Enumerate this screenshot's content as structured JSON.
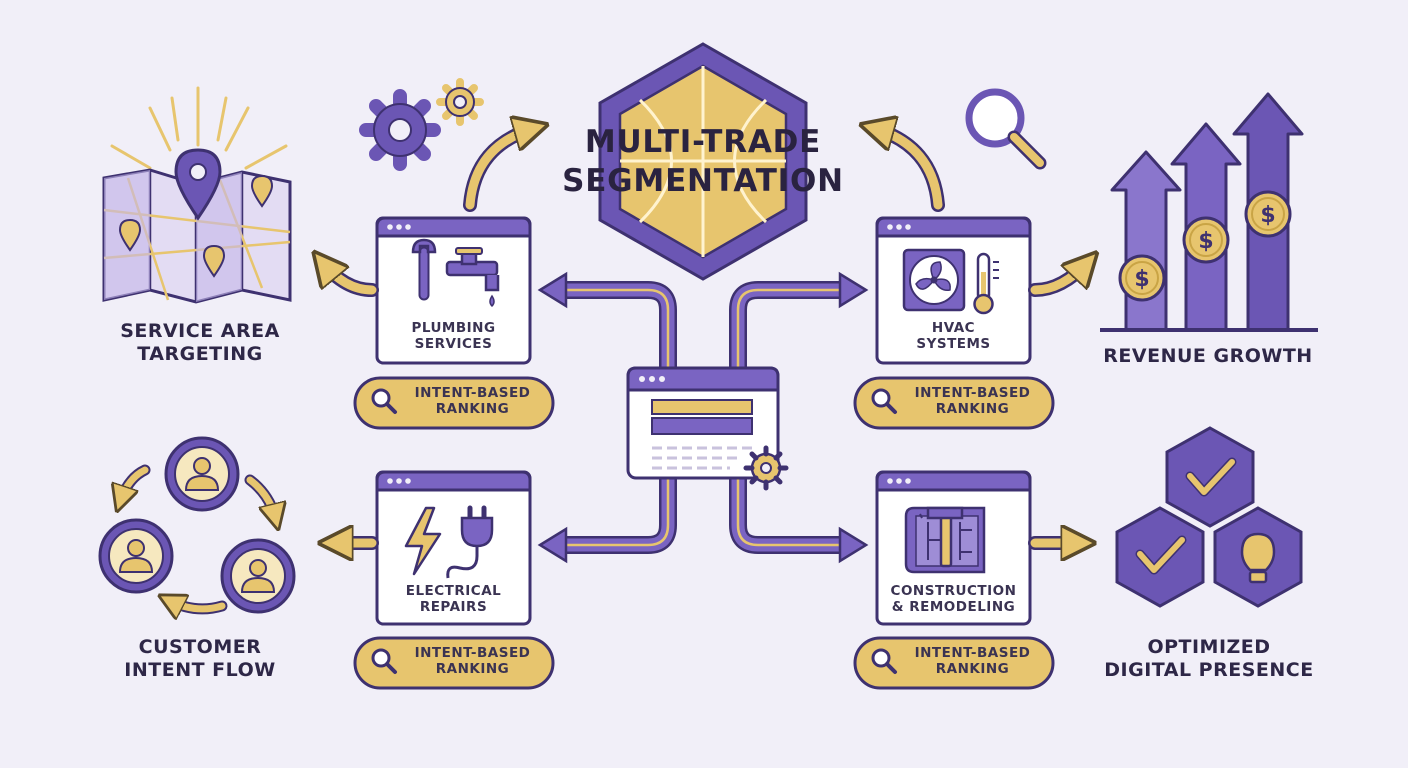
{
  "title": {
    "line1": "MULTI-TRADE",
    "line2": "SEGMENTATION"
  },
  "services": [
    {
      "id": "plumbing",
      "line1": "PLUMBING",
      "line2": "SERVICES",
      "icon": "plumbing-icon",
      "badge": {
        "line1": "INTENT-BASED",
        "line2": "RANKING"
      }
    },
    {
      "id": "hvac",
      "line1": "HVAC",
      "line2": "SYSTEMS",
      "icon": "hvac-icon",
      "badge": {
        "line1": "INTENT-BASED",
        "line2": "RANKING"
      }
    },
    {
      "id": "electrical",
      "line1": "ELECTRICAL",
      "line2": "REPAIRS",
      "icon": "electrical-icon",
      "badge": {
        "line1": "INTENT-BASED",
        "line2": "RANKING"
      }
    },
    {
      "id": "construction",
      "line1": "CONSTRUCTION",
      "line2": "& REMODELING",
      "icon": "blueprint-icon",
      "badge": {
        "line1": "INTENT-BASED",
        "line2": "RANKING"
      }
    }
  ],
  "outcomes": {
    "service_area": {
      "line1": "SERVICE AREA",
      "line2": "TARGETING",
      "icon": "map-pin-icon"
    },
    "revenue": {
      "line1": "REVENUE GROWTH",
      "icon": "growth-arrows-icon"
    },
    "customer_flow": {
      "line1": "CUSTOMER",
      "line2": "INTENT FLOW",
      "icon": "customer-cycle-icon"
    },
    "digital_presence": {
      "line1": "OPTIMIZED",
      "line2": "DIGITAL PRESENCE",
      "icon": "hex-check-icon"
    }
  },
  "colors": {
    "purple": "#6b56b4",
    "purple_light": "#8f7ccc",
    "purple_dark": "#3e3170",
    "gold": "#e7c56e",
    "gold_dark": "#c9a445",
    "ink": "#2e2747",
    "background": "#f1eff8"
  }
}
